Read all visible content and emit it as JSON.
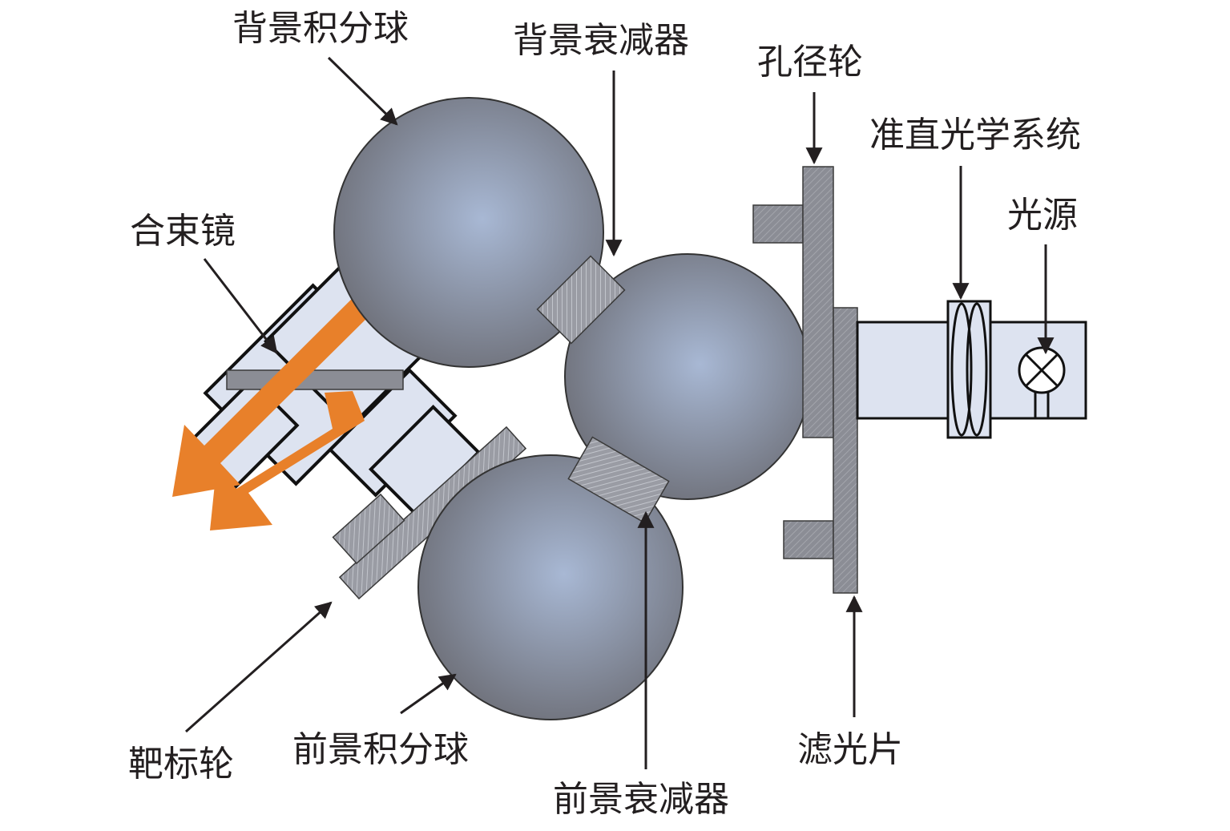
{
  "labels": {
    "bg_sphere": "背景积分球",
    "bg_attenuator": "背景衰减器",
    "aperture_wheel": "孔径轮",
    "collimator": "准直光学系统",
    "light_source": "光源",
    "beam_combiner": "合束镜",
    "target_wheel": "靶标轮",
    "fg_sphere": "前景积分球",
    "fg_attenuator": "前景衰减器",
    "filter": "滤光片"
  },
  "colors": {
    "sphere_center": "#a8b8d4",
    "sphere_edge": "#6e7079",
    "part_gray": "#8b8d95",
    "part_outline": "#3a3a3a",
    "box_fill": "#dde3f0",
    "beam": "#e8802a",
    "text": "#231f20"
  }
}
